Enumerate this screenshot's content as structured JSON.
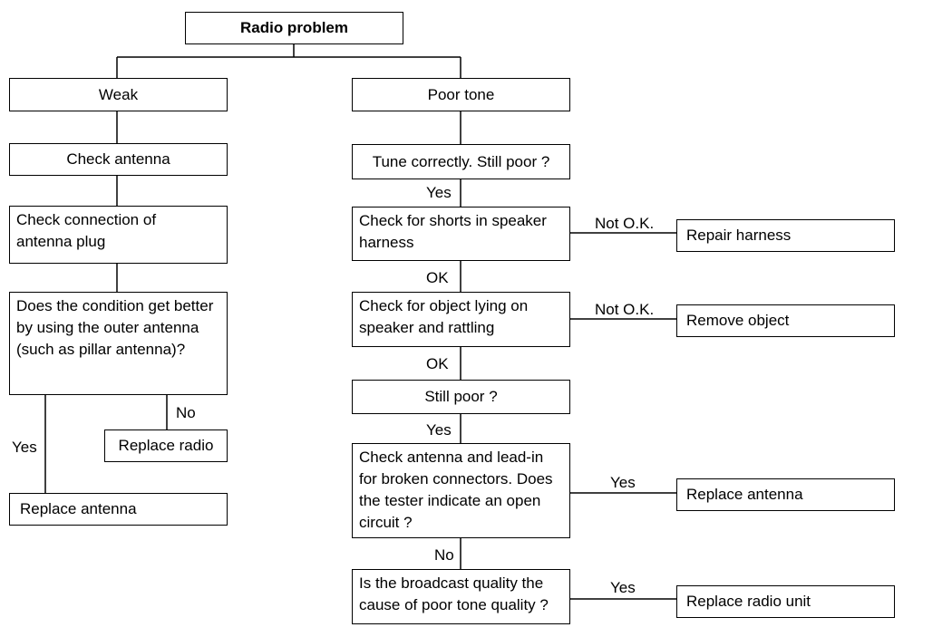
{
  "title": "Radio problem",
  "left": {
    "weak": "Weak",
    "check_antenna": "Check antenna",
    "check_connection": "Check connection of antenna plug",
    "condition": "Does the condition get better by using the outer antenna (such as pillar antenna)?",
    "replace_radio": "Replace radio",
    "replace_antenna": "Replace antenna",
    "label_no": "No",
    "label_yes": "Yes"
  },
  "right": {
    "poor_tone": "Poor tone",
    "tune": "Tune correctly. Still poor ?",
    "shorts": "Check for shorts in speaker harness",
    "repair_harness": "Repair harness",
    "object": "Check for object lying on speaker and rattling",
    "remove_object": "Remove object",
    "still_poor": "Still poor ?",
    "check_lead_in": "Check antenna and lead-in for broken connectors. Does the tester indicate an open circuit ?",
    "replace_antenna": "Replace antenna",
    "broadcast": "Is the broadcast quality the cause of poor tone quality ?",
    "replace_radio_unit": "Replace radio unit",
    "label_yes_1": "Yes",
    "label_ok_1": "OK",
    "label_ok_2": "OK",
    "label_yes_2": "Yes",
    "label_no": "No",
    "label_not_ok_1": "Not O.K.",
    "label_not_ok_2": "Not O.K.",
    "label_yes_3": "Yes",
    "label_yes_4": "Yes"
  }
}
